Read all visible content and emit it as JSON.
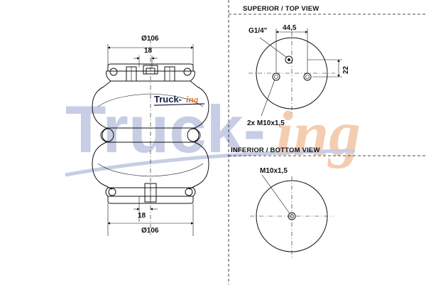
{
  "watermark": {
    "truck": "Truck-",
    "ing": "ing"
  },
  "logo": {
    "truck": "Truck-",
    "ing": "ing"
  },
  "side_view": {
    "top_diameter": "Ø106",
    "top_offset": "18",
    "bottom_offset": "18",
    "bottom_diameter": "Ø106"
  },
  "top_view": {
    "heading": "SUPERIOR / TOP VIEW",
    "port_label": "G1/4\"",
    "horizontal_dim": "44,5",
    "vertical_dim": "22",
    "bolt_label": "2x M10x1,5"
  },
  "bottom_view": {
    "heading": "INFERIOR / BOTTOM VIEW",
    "bolt_label": "M10x1,5"
  }
}
